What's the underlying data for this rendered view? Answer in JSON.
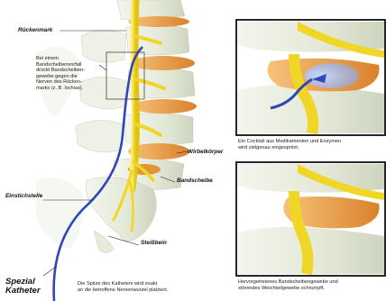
{
  "labels": {
    "rueckenmark": "Rückenmark",
    "wirbelkoerper": "Wirbelkörper",
    "bandscheibe": "Bandscheibe",
    "einstichstelle": "Einstichstelle",
    "steissbein": "Steißbein",
    "spezial_line1": "Spezial",
    "spezial_line2": "Katheter"
  },
  "notes": {
    "bandscheibenvorfall": [
      "Bei einem",
      "Bandscheibenvorfall",
      "drückt Bandscheiben-",
      "gewebe gegen die",
      "Nerven des Rücken-",
      "marks (z. B. Ischias)."
    ],
    "katheter_spitze": [
      "Die Spitze des Katheters wird exakt",
      "an die betroffene Nervenwurzel platziert."
    ],
    "cocktail": [
      "Ein Cocktail aus Medikamenten und Enzymen",
      "wird zielgenau eingespritzt."
    ],
    "schrumpft": [
      "Hervorgetretenes Bandscheibengewebe und",
      "störendes Weichteilgewebe schrumpft."
    ]
  },
  "colors": {
    "nerve": "#f2dc2a",
    "disc": "#e79a3a",
    "catheter": "#2f47b8",
    "bone": "#e9eedf"
  }
}
